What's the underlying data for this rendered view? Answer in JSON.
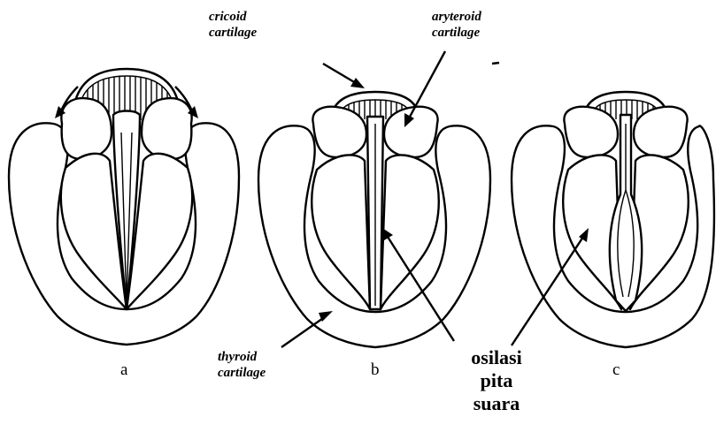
{
  "labels": {
    "cricoid": [
      "cricoid",
      "cartilage"
    ],
    "aryteroid": [
      "aryteroid",
      "cartilage"
    ],
    "thyroid": [
      "thyroid",
      "cartilage"
    ],
    "oscillation": [
      "osilasi",
      "pita",
      "suara"
    ]
  },
  "panels": [
    "a",
    "b",
    "c"
  ],
  "colors": {
    "line": "#000000",
    "background": "#ffffff"
  }
}
